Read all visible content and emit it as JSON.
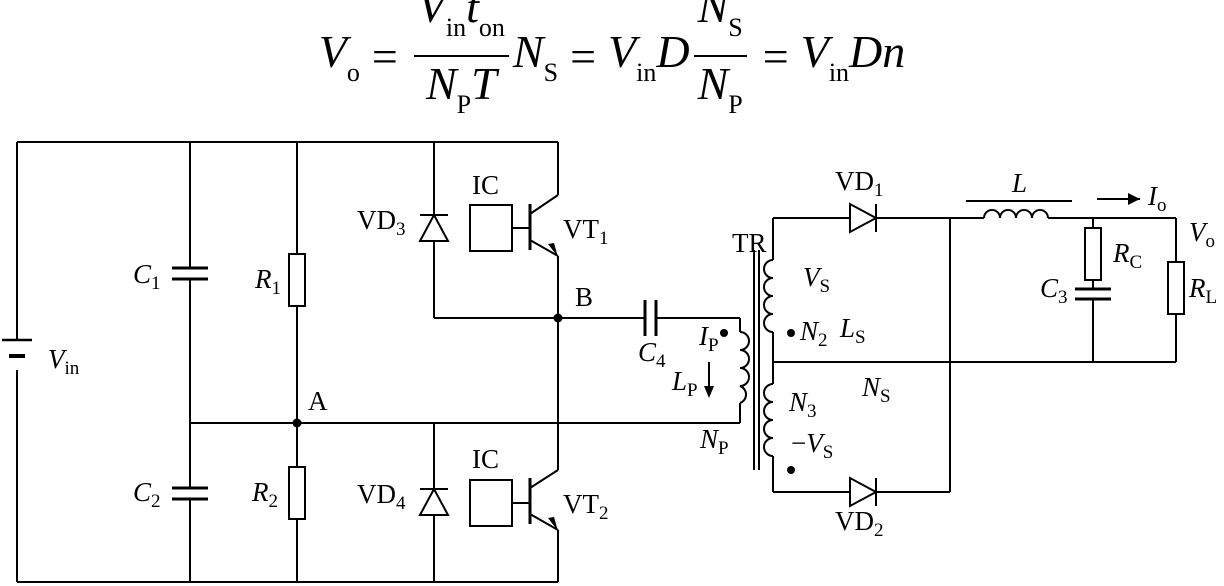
{
  "formula": {
    "lhs": "V",
    "lhs_sub": "o",
    "eq": "=",
    "f1_num_a": "V",
    "f1_num_a_sub": "in",
    "f1_num_b": "t",
    "f1_num_b_sub": "on",
    "f1_den_a": "N",
    "f1_den_a_sub": "P",
    "f1_den_b": "T",
    "t1": "N",
    "t1_sub": "S",
    "t2a": "V",
    "t2a_sub": "in",
    "t2b": "D",
    "f2_num": "N",
    "f2_num_sub": "S",
    "f2_den": "N",
    "f2_den_sub": "P",
    "t3a": "V",
    "t3a_sub": "in",
    "t3b": "Dn"
  },
  "labels": {
    "vin": {
      "main": "V",
      "sub": "in"
    },
    "c1": {
      "main": "C",
      "sub": "1"
    },
    "c2": {
      "main": "C",
      "sub": "2"
    },
    "r1": {
      "main": "R",
      "sub": "1"
    },
    "r2": {
      "main": "R",
      "sub": "2"
    },
    "vd3": {
      "main": "VD",
      "sub": "3"
    },
    "vd4": {
      "main": "VD",
      "sub": "4"
    },
    "ic_top": "IC",
    "ic_bot": "IC",
    "vt1": {
      "main": "VT",
      "sub": "1"
    },
    "vt2": {
      "main": "VT",
      "sub": "2"
    },
    "node_a": "A",
    "node_b": "B",
    "c4": {
      "main": "C",
      "sub": "4"
    },
    "ip": {
      "main": "I",
      "sub": "P"
    },
    "lp": {
      "main": "L",
      "sub": "P"
    },
    "np": {
      "main": "N",
      "sub": "P"
    },
    "tr": "TR",
    "vs": {
      "main": "V",
      "sub": "S"
    },
    "n2": {
      "main": "N",
      "sub": "2"
    },
    "ls": {
      "main": "L",
      "sub": "S"
    },
    "n3": {
      "main": "N",
      "sub": "3"
    },
    "neg_vs": {
      "prefix": "−",
      "main": "V",
      "sub": "S"
    },
    "ns": {
      "main": "N",
      "sub": "S"
    },
    "vd1": {
      "main": "VD",
      "sub": "1"
    },
    "vd2": {
      "main": "VD",
      "sub": "2"
    },
    "l": "L",
    "io": {
      "main": "I",
      "sub": "o"
    },
    "vo": {
      "main": "V",
      "sub": "o"
    },
    "rc": {
      "main": "R",
      "sub": "C"
    },
    "c3": {
      "main": "C",
      "sub": "3"
    },
    "rl": {
      "main": "R",
      "sub": "L"
    }
  }
}
